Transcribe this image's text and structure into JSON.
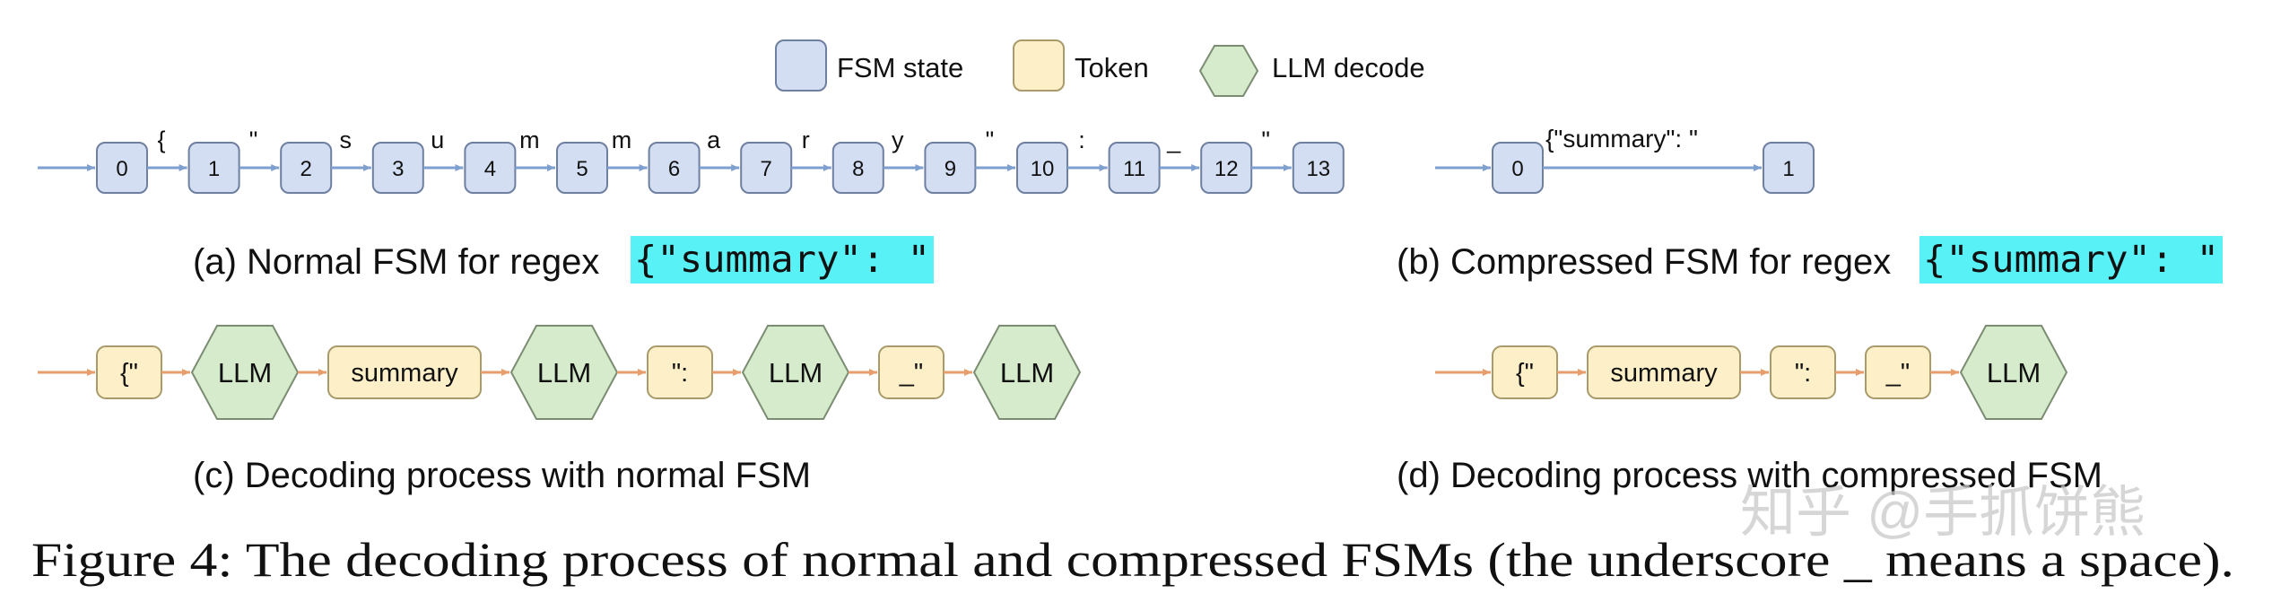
{
  "legend": {
    "fsm_state_label": "FSM state",
    "token_label": "Token",
    "llm_decode_label": "LLM decode"
  },
  "colors": {
    "fsm_state_fill": "#d3def3",
    "fsm_state_stroke": "#6e7fa0",
    "token_fill": "#fdefc8",
    "token_stroke": "#a89a6a",
    "llm_fill": "#d5ebcc",
    "llm_stroke": "#7c8c73",
    "fsm_arrow": "#7f9fcf",
    "decode_arrow": "#e79e6c",
    "highlight": "#58f1f5"
  },
  "panel_a": {
    "caption_prefix": "(a) Normal FSM for regex ",
    "caption_regex": "{\"summary\": \"",
    "states": [
      "0",
      "1",
      "2",
      "3",
      "4",
      "5",
      "6",
      "7",
      "8",
      "9",
      "10",
      "11",
      "12",
      "13"
    ],
    "transitions": [
      "{",
      "\"",
      "s",
      "u",
      "m",
      "m",
      "a",
      "r",
      "y",
      "\"",
      ":",
      "_",
      "\""
    ]
  },
  "panel_b": {
    "caption_prefix": "(b) Compressed FSM for regex ",
    "caption_regex": "{\"summary\": \"",
    "states": [
      "0",
      "1"
    ],
    "transition": "{\"summary\":  \""
  },
  "panel_c": {
    "caption": "(c) Decoding process with normal FSM",
    "sequence": [
      {
        "kind": "token",
        "text": "{\""
      },
      {
        "kind": "llm",
        "text": "LLM"
      },
      {
        "kind": "token",
        "text": "summary"
      },
      {
        "kind": "llm",
        "text": "LLM"
      },
      {
        "kind": "token",
        "text": "\":"
      },
      {
        "kind": "llm",
        "text": "LLM"
      },
      {
        "kind": "token",
        "text": "_\""
      },
      {
        "kind": "llm",
        "text": "LLM"
      }
    ]
  },
  "panel_d": {
    "caption": "(d) Decoding process with compressed FSM",
    "sequence": [
      {
        "kind": "token",
        "text": "{\""
      },
      {
        "kind": "token",
        "text": "summary"
      },
      {
        "kind": "token",
        "text": "\":"
      },
      {
        "kind": "token",
        "text": "_\""
      },
      {
        "kind": "llm",
        "text": "LLM"
      }
    ]
  },
  "figure_caption": "Figure 4: The decoding process of normal and compressed FSMs (the underscore _ means a space).",
  "watermark": "知乎 @手抓饼熊"
}
